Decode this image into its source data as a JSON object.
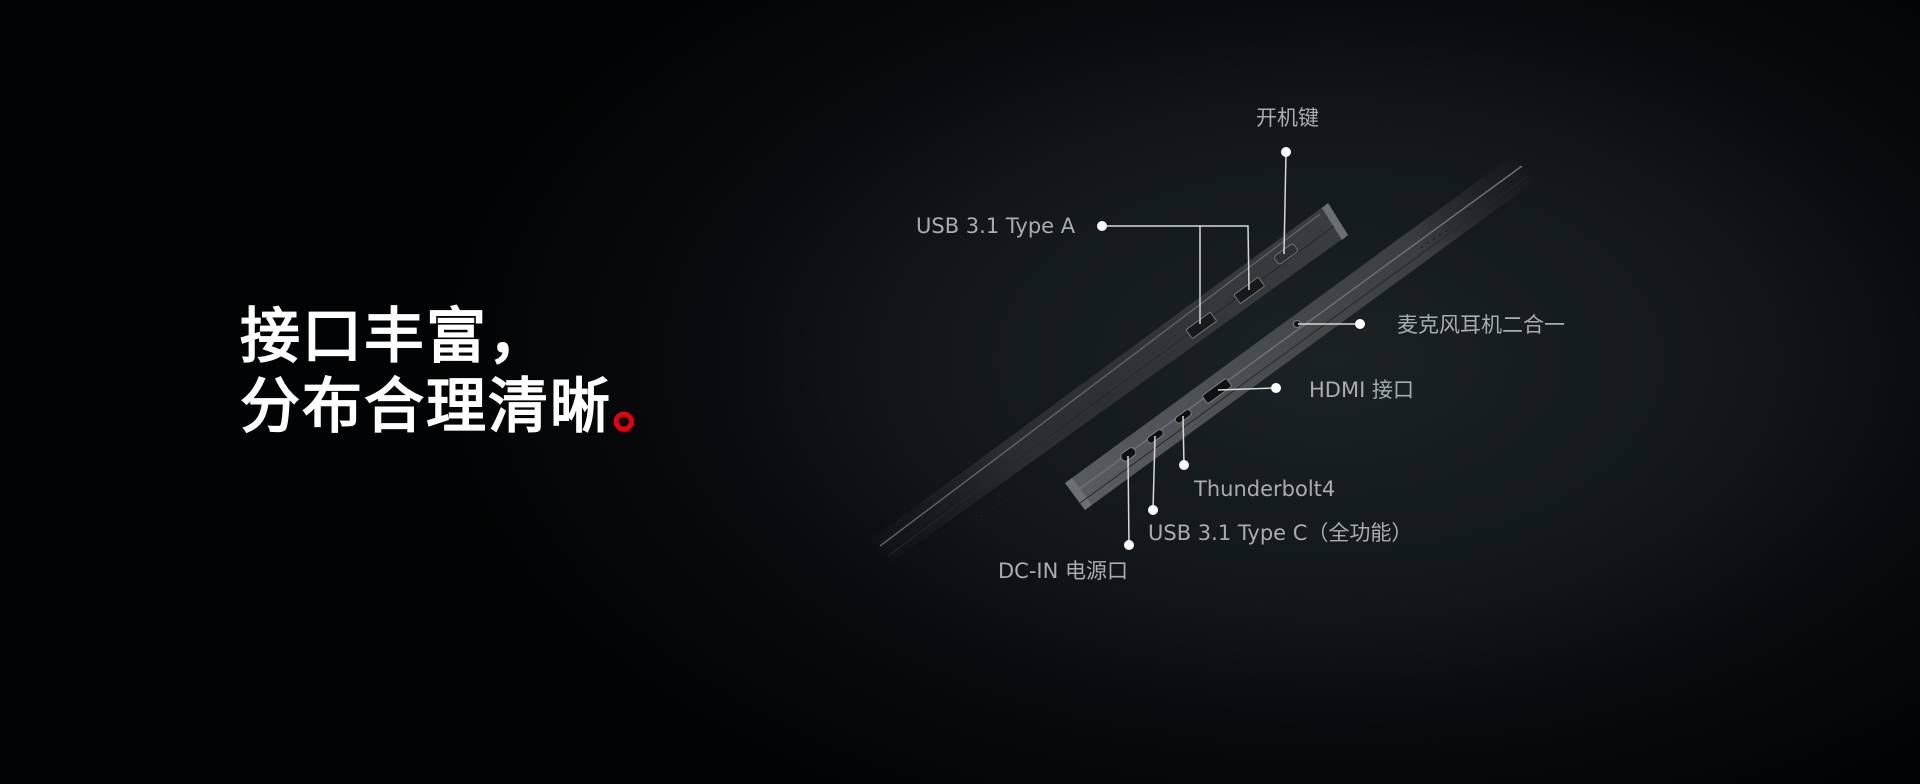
{
  "headline": {
    "line1": "接口丰富，",
    "line2": "分布合理清晰",
    "stop": "。",
    "stop_color": "#e60012"
  },
  "ports": {
    "power_key": "开机键",
    "usb_a": "USB 3.1 Type A",
    "audio_combo": "麦克风耳机二合一",
    "hdmi": "HDMI 接口",
    "thunderbolt": "Thunderbolt4",
    "usb_c": "USB 3.1 Type C（全功能）",
    "dc_in": "DC-IN 电源口"
  },
  "colors": {
    "text": "#ffffff",
    "label": "#a9adb0",
    "callout_line": "#d8d8d8",
    "laptop_body": "#4a4e52"
  }
}
